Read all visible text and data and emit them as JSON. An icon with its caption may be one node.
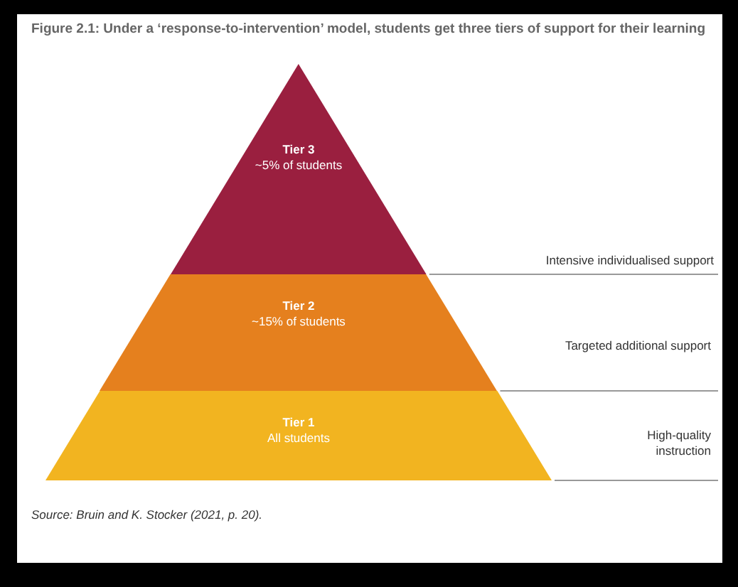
{
  "diagram": {
    "title": "Figure 2.1: Under a ‘response-to-intervention’ model, students get three tiers of support for their learning",
    "caption": "Source: Bruin and K. Stocker (2021, p. 20).",
    "nodes": [
      {
        "text": [
          "Tier 3",
          "~5% of students"
        ]
      },
      {
        "text": [
          "Tier 2",
          "~15% of students"
        ]
      },
      {
        "text": [
          "Tier 1",
          "All students"
        ]
      }
    ],
    "labels": [
      "Intensive individualised support",
      "Targeted additional support",
      "High-quality instruction"
    ]
  }
}
